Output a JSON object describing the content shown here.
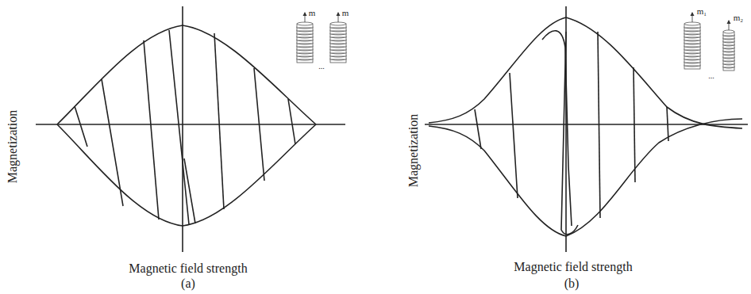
{
  "diagram": {
    "labels": [
      "Magnetization",
      "Magnetic field strength",
      "(a)",
      "m",
      "m",
      "...",
      "Magnetization",
      "Magnetic field strength",
      "(b)",
      "m₁",
      "m₂",
      "..."
    ]
  }
}
